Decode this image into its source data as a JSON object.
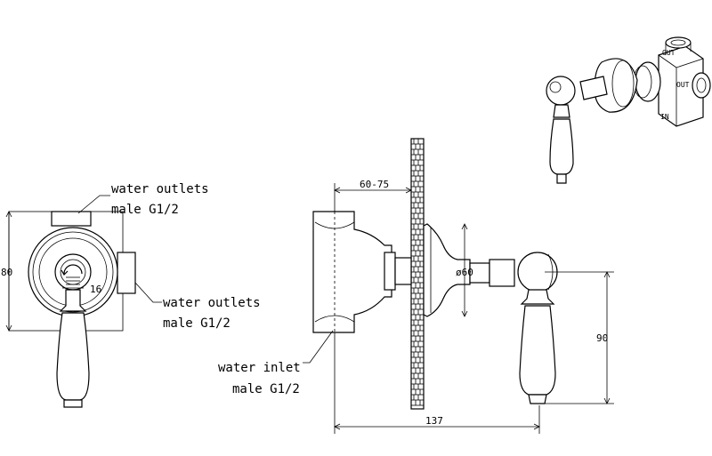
{
  "labels": {
    "front_outlets_top": [
      "water outlets",
      "male G1/2"
    ],
    "front_outlets_side": [
      "water outlets",
      "male G1/2"
    ],
    "side_inlet": [
      "water inlet",
      "male G1/2"
    ]
  },
  "dimensions": {
    "front_height": "80",
    "front_bore": "16",
    "wall_depth": "60-75",
    "flange_dia": "ø60",
    "handle_drop": "90",
    "overall_length": "137"
  },
  "iso_ports": {
    "out_top": "OUT",
    "out_side": "OUT",
    "in": "IN"
  }
}
